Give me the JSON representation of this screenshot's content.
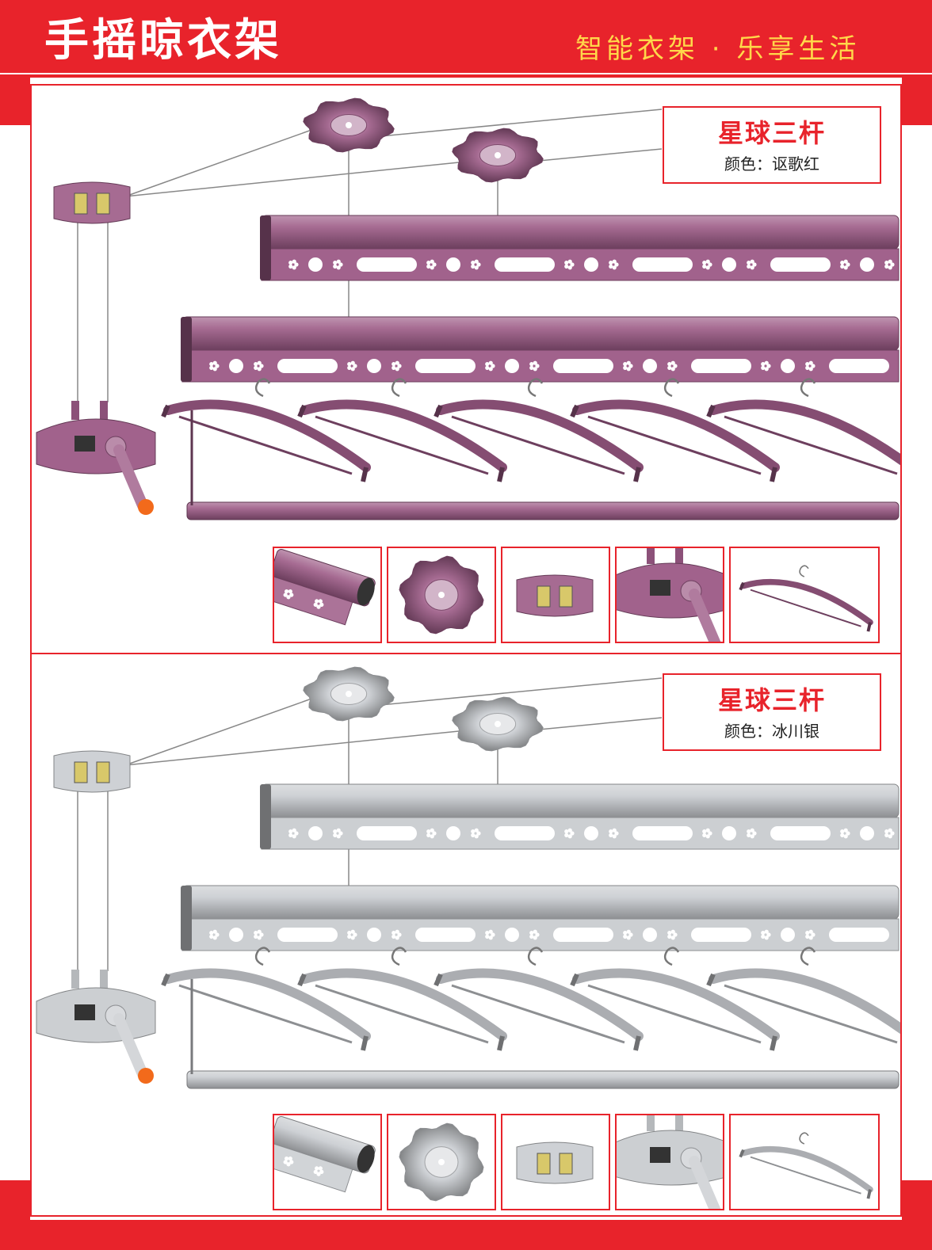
{
  "header": {
    "title": "手摇晾衣架",
    "slogan": "智能衣架 · 乐享生活"
  },
  "products": [
    {
      "name": "星球三杆",
      "color_label": "颜色：讴歌红",
      "swatch": "#9c5a86",
      "thumbnails": [
        "rod-end-thumb",
        "ceiling-mount-thumb",
        "pulley-block-thumb",
        "crank-winder-thumb",
        "hanger-thumb"
      ]
    },
    {
      "name": "星球三杆",
      "color_label": "颜色：冰川银",
      "swatch": "#c9ccd0",
      "thumbnails": [
        "rod-end-thumb",
        "ceiling-mount-thumb",
        "pulley-block-thumb",
        "crank-winder-thumb",
        "hanger-thumb"
      ]
    }
  ],
  "colors": {
    "brand_red": "#e8232b",
    "slogan_yellow": "#ffd84a"
  }
}
